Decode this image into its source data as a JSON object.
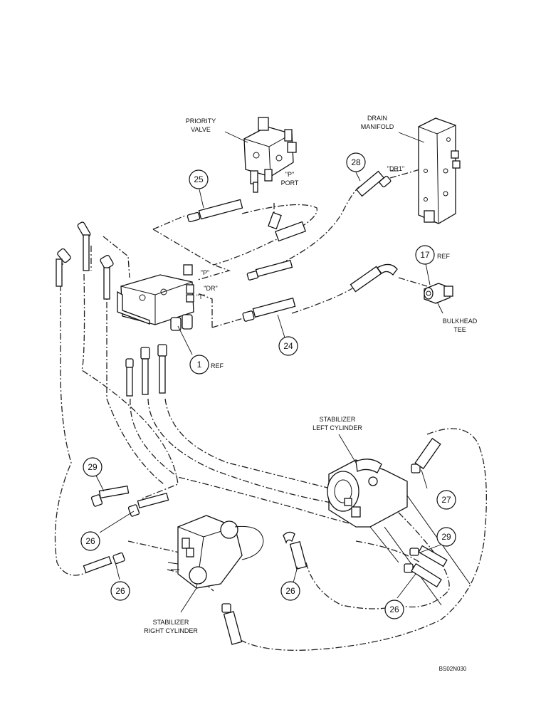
{
  "labels": {
    "priority_valve": [
      "PRIORITY",
      "VALVE"
    ],
    "drain_manifold": [
      "DRAIN",
      "MANIFOLD"
    ],
    "p_port": [
      "\"P\"",
      "PORT"
    ],
    "dr1": "\"DR1\"",
    "port_p": "\"P\"",
    "port_dr": "\"DR\"",
    "port_t": "\"T\"",
    "ref_17": "REF",
    "ref_1": "REF",
    "bulkhead_tee": [
      "BULKHEAD",
      "TEE"
    ],
    "left_cylinder": [
      "STABILIZER",
      "LEFT CYLINDER"
    ],
    "right_cylinder": [
      "STABILIZER",
      "RIGHT CYLINDER"
    ],
    "drawing_code": "BS02N030"
  },
  "callouts": {
    "c25": "25",
    "c28": "28",
    "c17": "17",
    "c24": "24",
    "c1": "1",
    "c29a": "29",
    "c26a": "26",
    "c26b": "26",
    "c27": "27",
    "c29b": "29",
    "c26c": "26",
    "c26d": "26"
  }
}
